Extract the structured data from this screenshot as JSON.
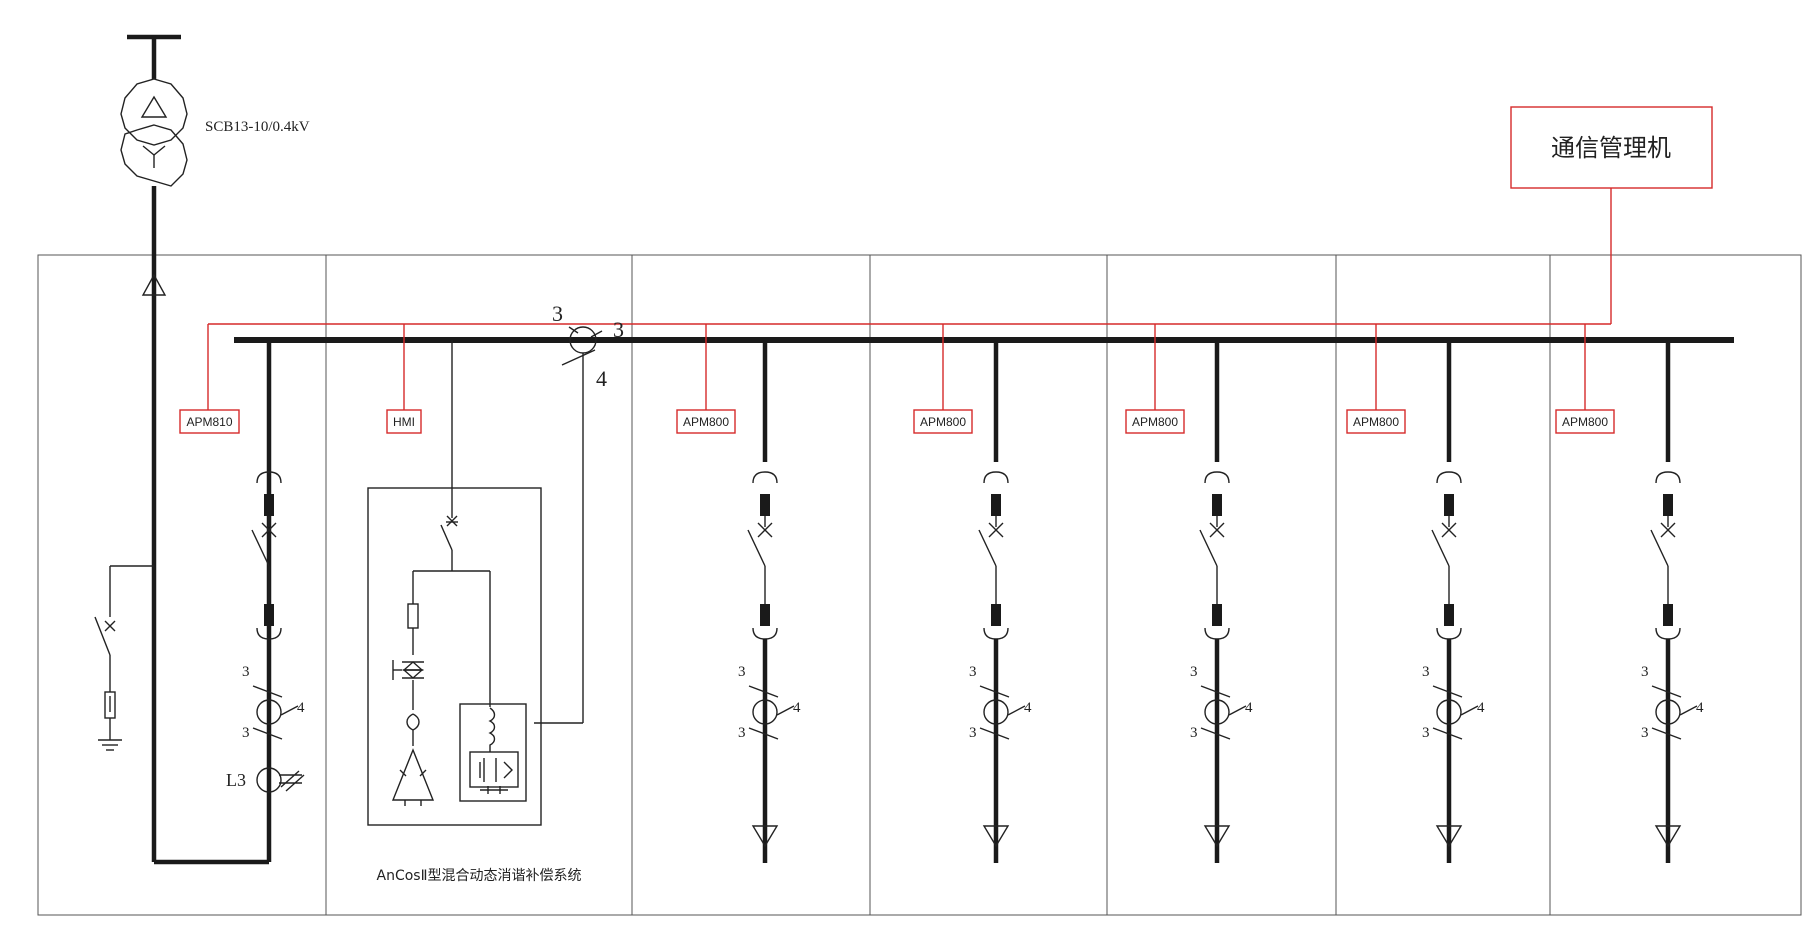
{
  "transformer": {
    "model": "SCB13-10/0.4kV"
  },
  "comm_manager": {
    "label": "通信管理机"
  },
  "incoming": {
    "meter": "APM810",
    "phase_label": "L3",
    "ct_count_a": "3",
    "ct_count_b": "3",
    "ct_count_c": "4"
  },
  "compensator": {
    "hmi": "HMI",
    "caption": "AnCosⅡ型混合动态消谐补偿系统",
    "ct_count_a": "3",
    "ct_count_b": "3",
    "ct_count_c": "4"
  },
  "feeders": [
    {
      "meter": "APM800",
      "ct_count_a": "3",
      "ct_count_b": "3",
      "ct_count_c": "4"
    },
    {
      "meter": "APM800",
      "ct_count_a": "3",
      "ct_count_b": "3",
      "ct_count_c": "4"
    },
    {
      "meter": "APM800",
      "ct_count_a": "3",
      "ct_count_b": "3",
      "ct_count_c": "4"
    },
    {
      "meter": "APM800",
      "ct_count_a": "3",
      "ct_count_b": "3",
      "ct_count_c": "4"
    },
    {
      "meter": "APM800",
      "ct_count_a": "3",
      "ct_count_b": "3",
      "ct_count_c": "4"
    }
  ],
  "colors": {
    "signal": "#d62a2a",
    "power": "#1a1a1a"
  }
}
